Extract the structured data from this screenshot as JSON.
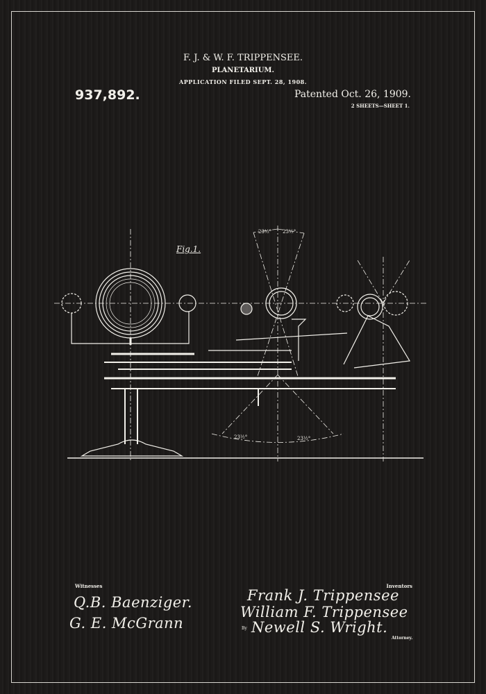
{
  "header": {
    "inventors": "F. J. & W. F. TRIPPENSEE.",
    "title": "PLANETARIUM.",
    "application": "APPLICATION FILED SEPT. 28, 1908.",
    "patent_number": "937,892.",
    "patented": "Patented Oct. 26, 1909.",
    "sheets": "2 SHEETS—SHEET 1."
  },
  "figure": {
    "label": "Fig.1.",
    "angle_top_left": "23½°",
    "angle_top_right": "23½°",
    "angle_bottom_left": "23½°",
    "angle_bottom_right": "23½°"
  },
  "signatures": {
    "witnesses_label": "Witnesses",
    "witnesses": [
      "Q.B. Baenziger.",
      "G. E. McGrann"
    ],
    "inventors_label": "Inventors",
    "inventors": [
      "Frank J. Trippensee",
      "William F. Trippensee"
    ],
    "by_label": "By",
    "attorney": "Newell S. Wright.",
    "attorney_label": "Attorney."
  },
  "colors": {
    "background": "#1c1a19",
    "ink": "#f2f0ea"
  }
}
